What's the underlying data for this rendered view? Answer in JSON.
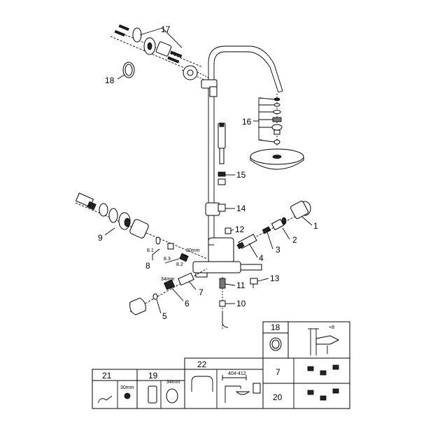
{
  "callouts": {
    "c1": "1",
    "c2": "2",
    "c3": "3",
    "c4": "4",
    "c5": "5",
    "c6": "6",
    "c7": "7",
    "c8": "8",
    "c8_1": "8.1",
    "c8_2": "8.2",
    "c8_3": "8.3",
    "c9": "9",
    "c10": "10",
    "c11": "11",
    "c12": "12",
    "c13": "13",
    "c14": "14",
    "c15": "15",
    "c16": "16",
    "c17": "17",
    "c18": "18"
  },
  "dimensions": {
    "d30a": "30mm",
    "d34a": "34mm"
  },
  "accessory_boxes": {
    "box18": {
      "label": "18",
      "dim": "+8"
    },
    "box21": {
      "label": "21"
    },
    "box19": {
      "label": "19",
      "dim_a": "30mm",
      "dim_b": "34mm"
    },
    "box22": {
      "label": "22",
      "dim": "404-412"
    },
    "box7": {
      "label": "7"
    },
    "box20": {
      "label": "20"
    }
  }
}
